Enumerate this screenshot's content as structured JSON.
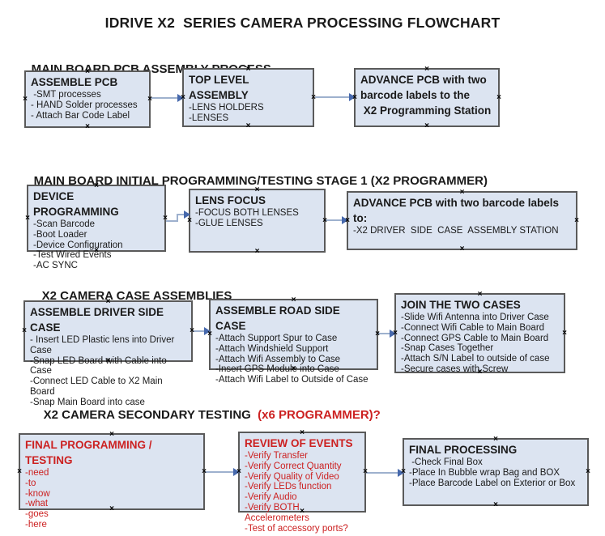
{
  "title": "IDRIVE X2  SERIES CAMERA PROCESSING FLOWCHART",
  "glyphs": {
    "handle": "×"
  },
  "colors": {
    "background": "#ffffff",
    "text": "#1a1a1a",
    "red": "#cc2121",
    "box_fill": "#dce4f1",
    "box_border": "#5a5a5a",
    "arrow_line": "#9eb1ce",
    "arrow_head": "#4668ac"
  },
  "sections": [
    {
      "heading": "MAIN BOARD PCB ASSEMBLY PROCESS",
      "boxes": [
        {
          "title": "ASSEMBLE PCB",
          "lines": [
            " -SMT processes",
            "- HAND Solder processes",
            "- Attach Bar Code Label"
          ]
        },
        {
          "title": "TOP LEVEL ASSEMBLY",
          "lines": [
            "-LENS HOLDERS",
            "-LENSES"
          ]
        },
        {
          "title": "ADVANCE PCB with two\nbarcode labels to the\n X2 Programming Station",
          "lines": []
        }
      ]
    },
    {
      "heading": "MAIN BOARD INITIAL PROGRAMMING/TESTING STAGE 1 (X2 PROGRAMMER)",
      "boxes": [
        {
          "title": "DEVICE PROGRAMMING",
          "lines": [
            "-Scan Barcode",
            "-Boot Loader",
            "-Device Configuration",
            "-Test Wired Events",
            "-AC SYNC"
          ]
        },
        {
          "title": "LENS FOCUS",
          "lines": [
            "-FOCUS BOTH LENSES",
            "-GLUE LENSES"
          ]
        },
        {
          "title": "ADVANCE PCB with two barcode labels to:",
          "lines": [
            "-X2 DRIVER  SIDE  CASE  ASSEMBLY STATION"
          ]
        }
      ]
    },
    {
      "heading": "X2 CAMERA CASE ASSEMBLIES",
      "boxes": [
        {
          "title": "ASSEMBLE DRIVER SIDE CASE",
          "lines": [
            "- Insert LED Plastic lens into Driver Case",
            "-Snap LED Board with Cable into Case",
            "-Connect LED Cable to X2 Main Board",
            "-Snap Main Board into case"
          ]
        },
        {
          "title": "ASSEMBLE ROAD SIDE CASE",
          "lines": [
            "-Attach Support Spur to Case",
            "-Attach Windshield Support",
            "-Attach Wifi Assembly to Case",
            "-Insert GPS Module into Case",
            "-Attach Wifi Label to Outside of Case"
          ]
        },
        {
          "title": "JOIN THE TWO CASES",
          "lines": [
            "-Slide Wifi Antenna into Driver Case",
            "-Connect Wifi Cable to Main Board",
            "-Connect GPS Cable to Main Board",
            "-Snap Cases Together",
            "-Attach S/N Label to outside of case",
            "-Secure cases with Screw"
          ]
        }
      ]
    },
    {
      "heading": "X2 CAMERA SECONDARY TESTING  ",
      "heading_red": "(x6 PROGRAMMER)?",
      "boxes": [
        {
          "title": "FINAL PROGRAMMING / TESTING",
          "lines": [
            "-need",
            "-to",
            "-know",
            "-what",
            "-goes",
            "-here"
          ]
        },
        {
          "title": "REVIEW OF EVENTS",
          "lines": [
            "-Verify Transfer",
            "-Verify Correct Quantity",
            "-Verify Quality of Video",
            "-Verify LEDs function",
            "-Verify Audio",
            "-Verify BOTH Accelerometers",
            "-Test of accessory ports?"
          ]
        },
        {
          "title": "FINAL PROCESSING",
          "lines": [
            " -Check Final Box",
            "-Place In Bubble wrap Bag and BOX",
            "-Place Barcode Label on Exterior or Box"
          ]
        }
      ]
    }
  ]
}
